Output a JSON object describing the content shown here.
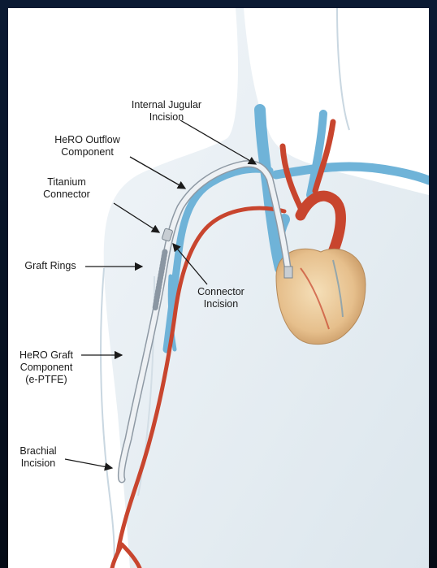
{
  "labels": {
    "internal_jugular_1": "Internal Jugular",
    "internal_jugular_2": "Incision",
    "outflow_1": "HeRO Outflow",
    "outflow_2": "Component",
    "titanium_1": "Titanium",
    "titanium_2": "Connector",
    "graft_rings": "Graft Rings",
    "connector_incision_1": "Connector",
    "connector_incision_2": "Incision",
    "graft_component_1": "HeRO Graft",
    "graft_component_2": "Component",
    "graft_component_3": "(e-PTFE)",
    "brachial_1": "Brachial",
    "brachial_2": "Incision"
  },
  "colors": {
    "frame": "#0b1a33",
    "vein": "#6fb3d8",
    "artery": "#c8452e",
    "graft": "#d9dee4",
    "heart": "#e8c79a",
    "body": "#e4edf3"
  }
}
